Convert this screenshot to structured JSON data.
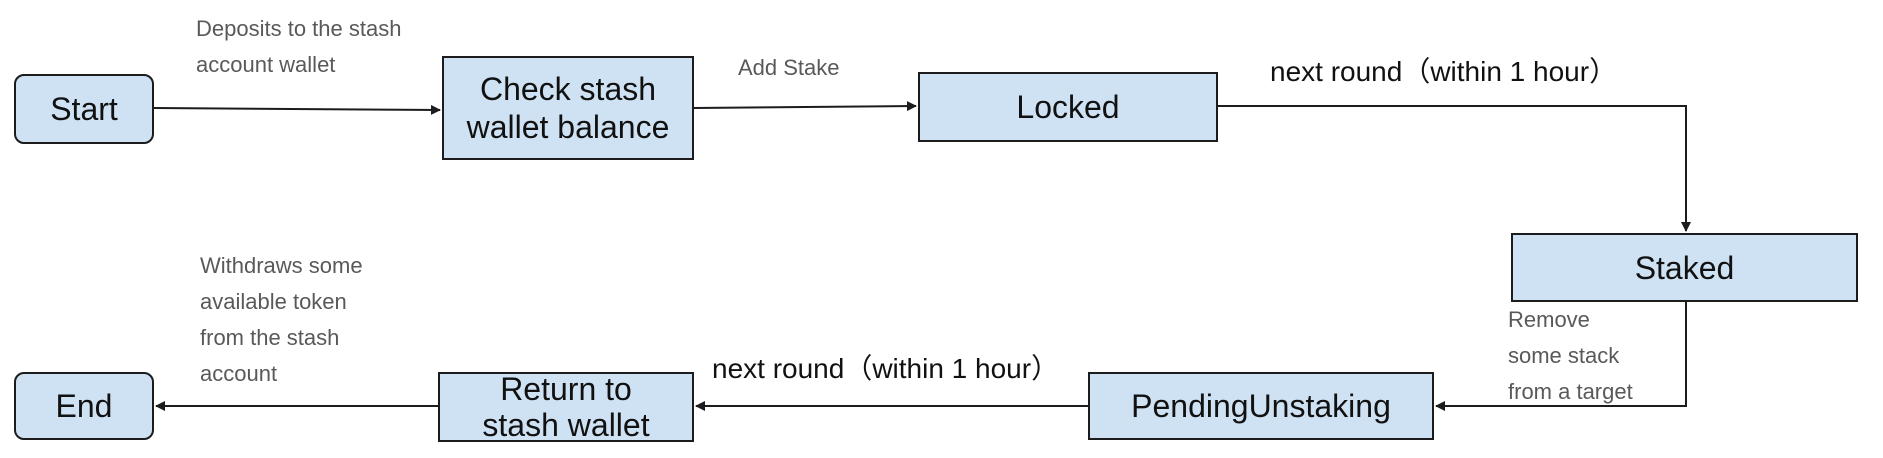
{
  "nodes": {
    "start": "Start",
    "check_balance": "Check stash\nwallet balance",
    "locked": "Locked",
    "staked": "Staked",
    "pending_unstaking": "PendingUnstaking",
    "return_wallet": "Return to\nstash wallet",
    "end": "End"
  },
  "edge_labels": {
    "deposits": "Deposits to the stash\naccount wallet",
    "add_stake": "Add Stake",
    "next_round_top": "next round（within 1 hour）",
    "remove_stack": "Remove\nsome stack\nfrom a target",
    "next_round_bottom": "next round（within 1 hour）",
    "withdraws": "Withdraws some\navailable token\nfrom the stash\naccount"
  },
  "colors": {
    "node_fill": "#cfe2f3",
    "node_border": "#1c1c1c",
    "arrow": "#1c1c1c",
    "small_label": "#595959"
  }
}
